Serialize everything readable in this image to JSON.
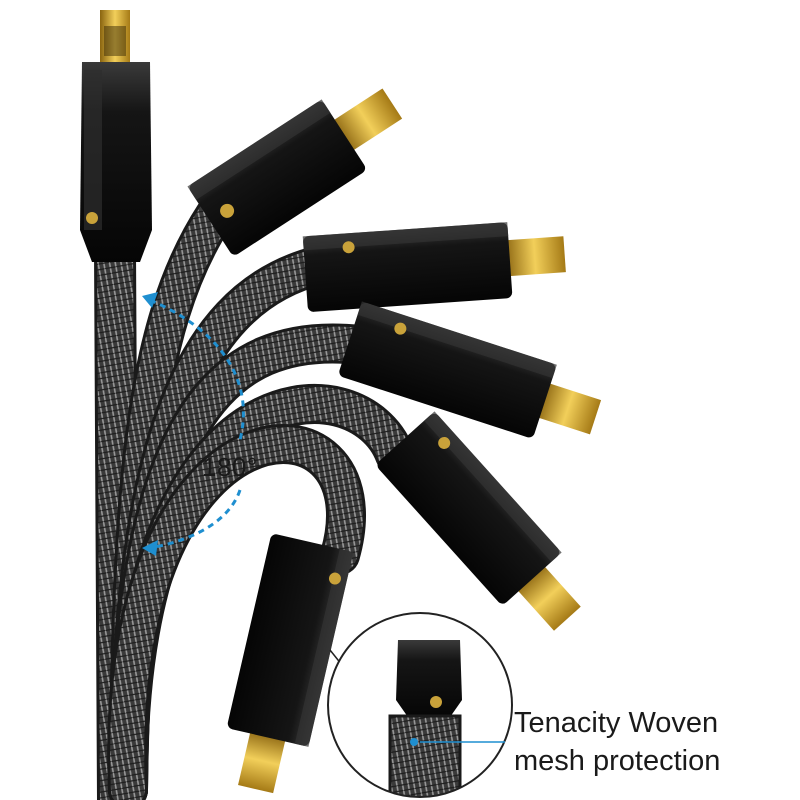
{
  "angle_label": "180°",
  "caption": {
    "line1": "Tenacity Woven",
    "line2": "mesh protection"
  },
  "colors": {
    "connector_body": "#111111",
    "gold_plug": "#d4a82a",
    "braid_dark": "#2a2a2a",
    "braid_light": "#8c8c8c",
    "arrow": "#1f8fd0"
  }
}
